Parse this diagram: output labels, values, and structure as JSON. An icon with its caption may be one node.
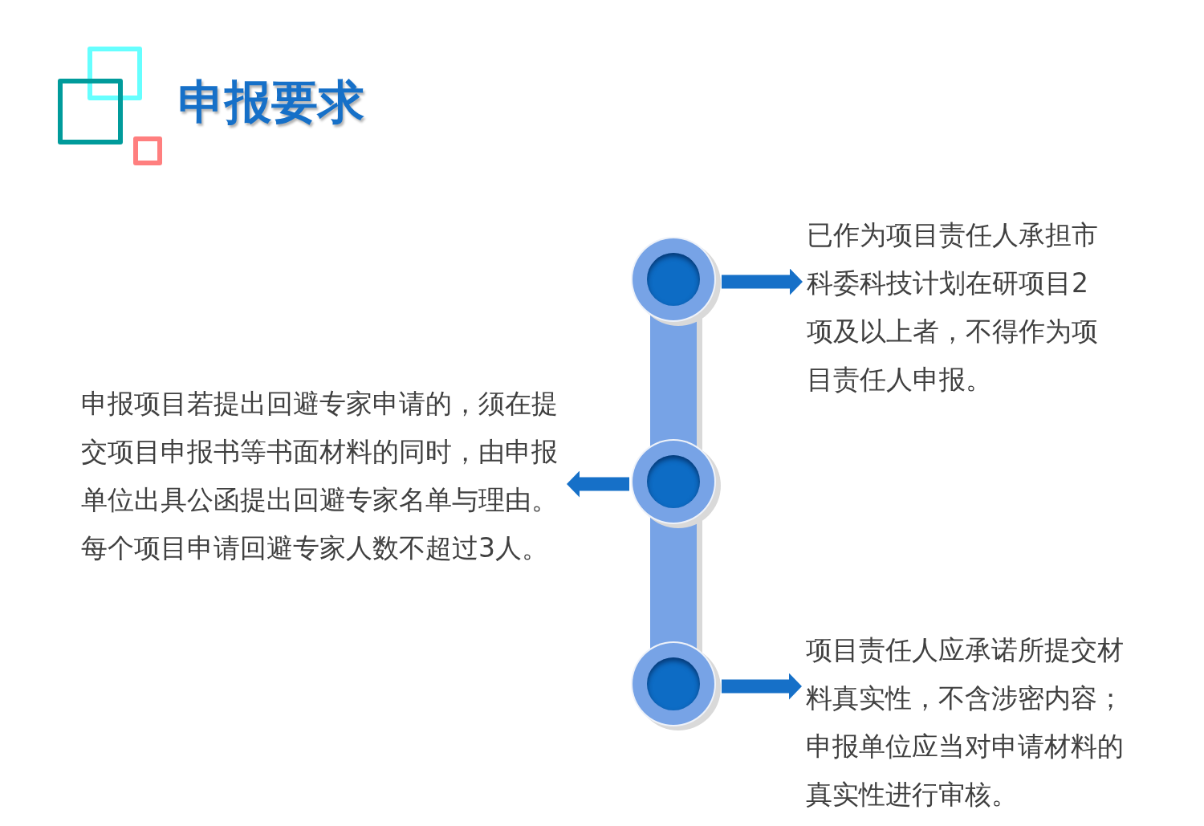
{
  "diagram": {
    "title": "申报要求",
    "nodes": [
      {
        "text": [],
        "shape": "circle"
      },
      {
        "text": [],
        "shape": "circle"
      },
      {
        "text": [],
        "shape": "circle"
      },
      {
        "text": [
          "已作为项目责任人承担市科委科技计划在研项目2项及以上者，不得作为项目责任人申报。"
        ]
      },
      {
        "text": [
          "申报项目若提出回避专家申请的，须在提交项目申报书等书面材料的同时，由申报单位出具公函提出回避专家名单与理由。每个项目申请回避专家人数不超过3人。"
        ]
      },
      {
        "text": [
          "项目责任人应承诺所提交材料真实性，不含涉密内容；申报单位应当对申请材料的真实性进行审核。"
        ]
      }
    ],
    "edges": [
      {
        "from": 0,
        "to": 1,
        "arrow": "none",
        "style": "thick",
        "color": "#77a3e6"
      },
      {
        "from": 1,
        "to": 2,
        "arrow": "none",
        "style": "thick",
        "color": "#77a3e6"
      },
      {
        "from": 0,
        "to": 3,
        "arrow": "to"
      },
      {
        "from": 1,
        "to": 4,
        "arrow": "to"
      },
      {
        "from": 2,
        "to": 5,
        "arrow": "to"
      }
    ]
  }
}
